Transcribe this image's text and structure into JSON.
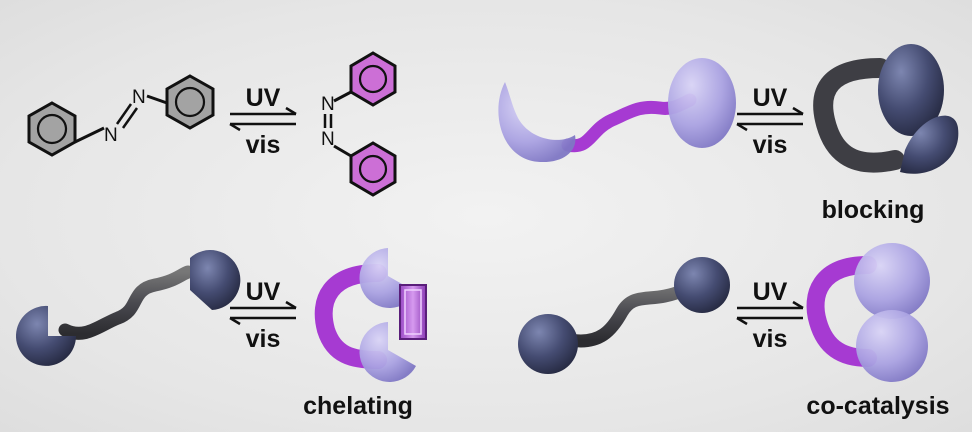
{
  "arrows": {
    "forward": "UV",
    "reverse": "vis"
  },
  "panels": [
    {
      "id": "azobenzene",
      "label": "",
      "atom_label": "N"
    },
    {
      "id": "blocking",
      "label": "blocking"
    },
    {
      "id": "chelating",
      "label": "chelating"
    },
    {
      "id": "co-catalysis",
      "label": "co-catalysis"
    }
  ],
  "colors": {
    "trans_ring": "#9a9a9a",
    "cis_ring": "#cc6fd6",
    "linker_trans": "#4a4a52",
    "linker_cis": "#a63ad2",
    "dark_sphere": "#3f4566",
    "light_sphere": "#a7a0e0"
  }
}
